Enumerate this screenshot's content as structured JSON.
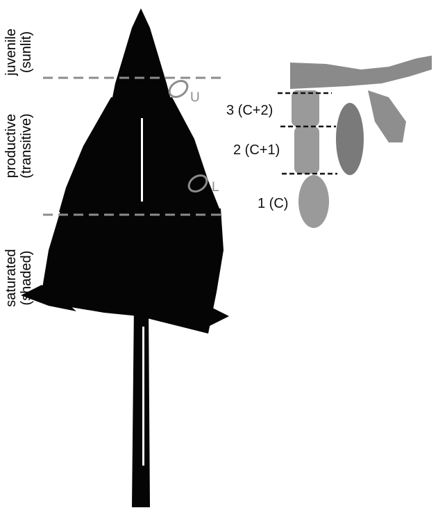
{
  "zones": [
    {
      "line1": "juvenile",
      "line2": "(sunlit)"
    },
    {
      "line1": "productive",
      "line2": "(transitive)"
    },
    {
      "line1": "saturated",
      "line2": "(shaded)"
    }
  ],
  "markers": {
    "upper": "U",
    "lower": "L"
  },
  "segments": [
    "3 (C+2)",
    "2 (C+1)",
    "1 (C)"
  ]
}
